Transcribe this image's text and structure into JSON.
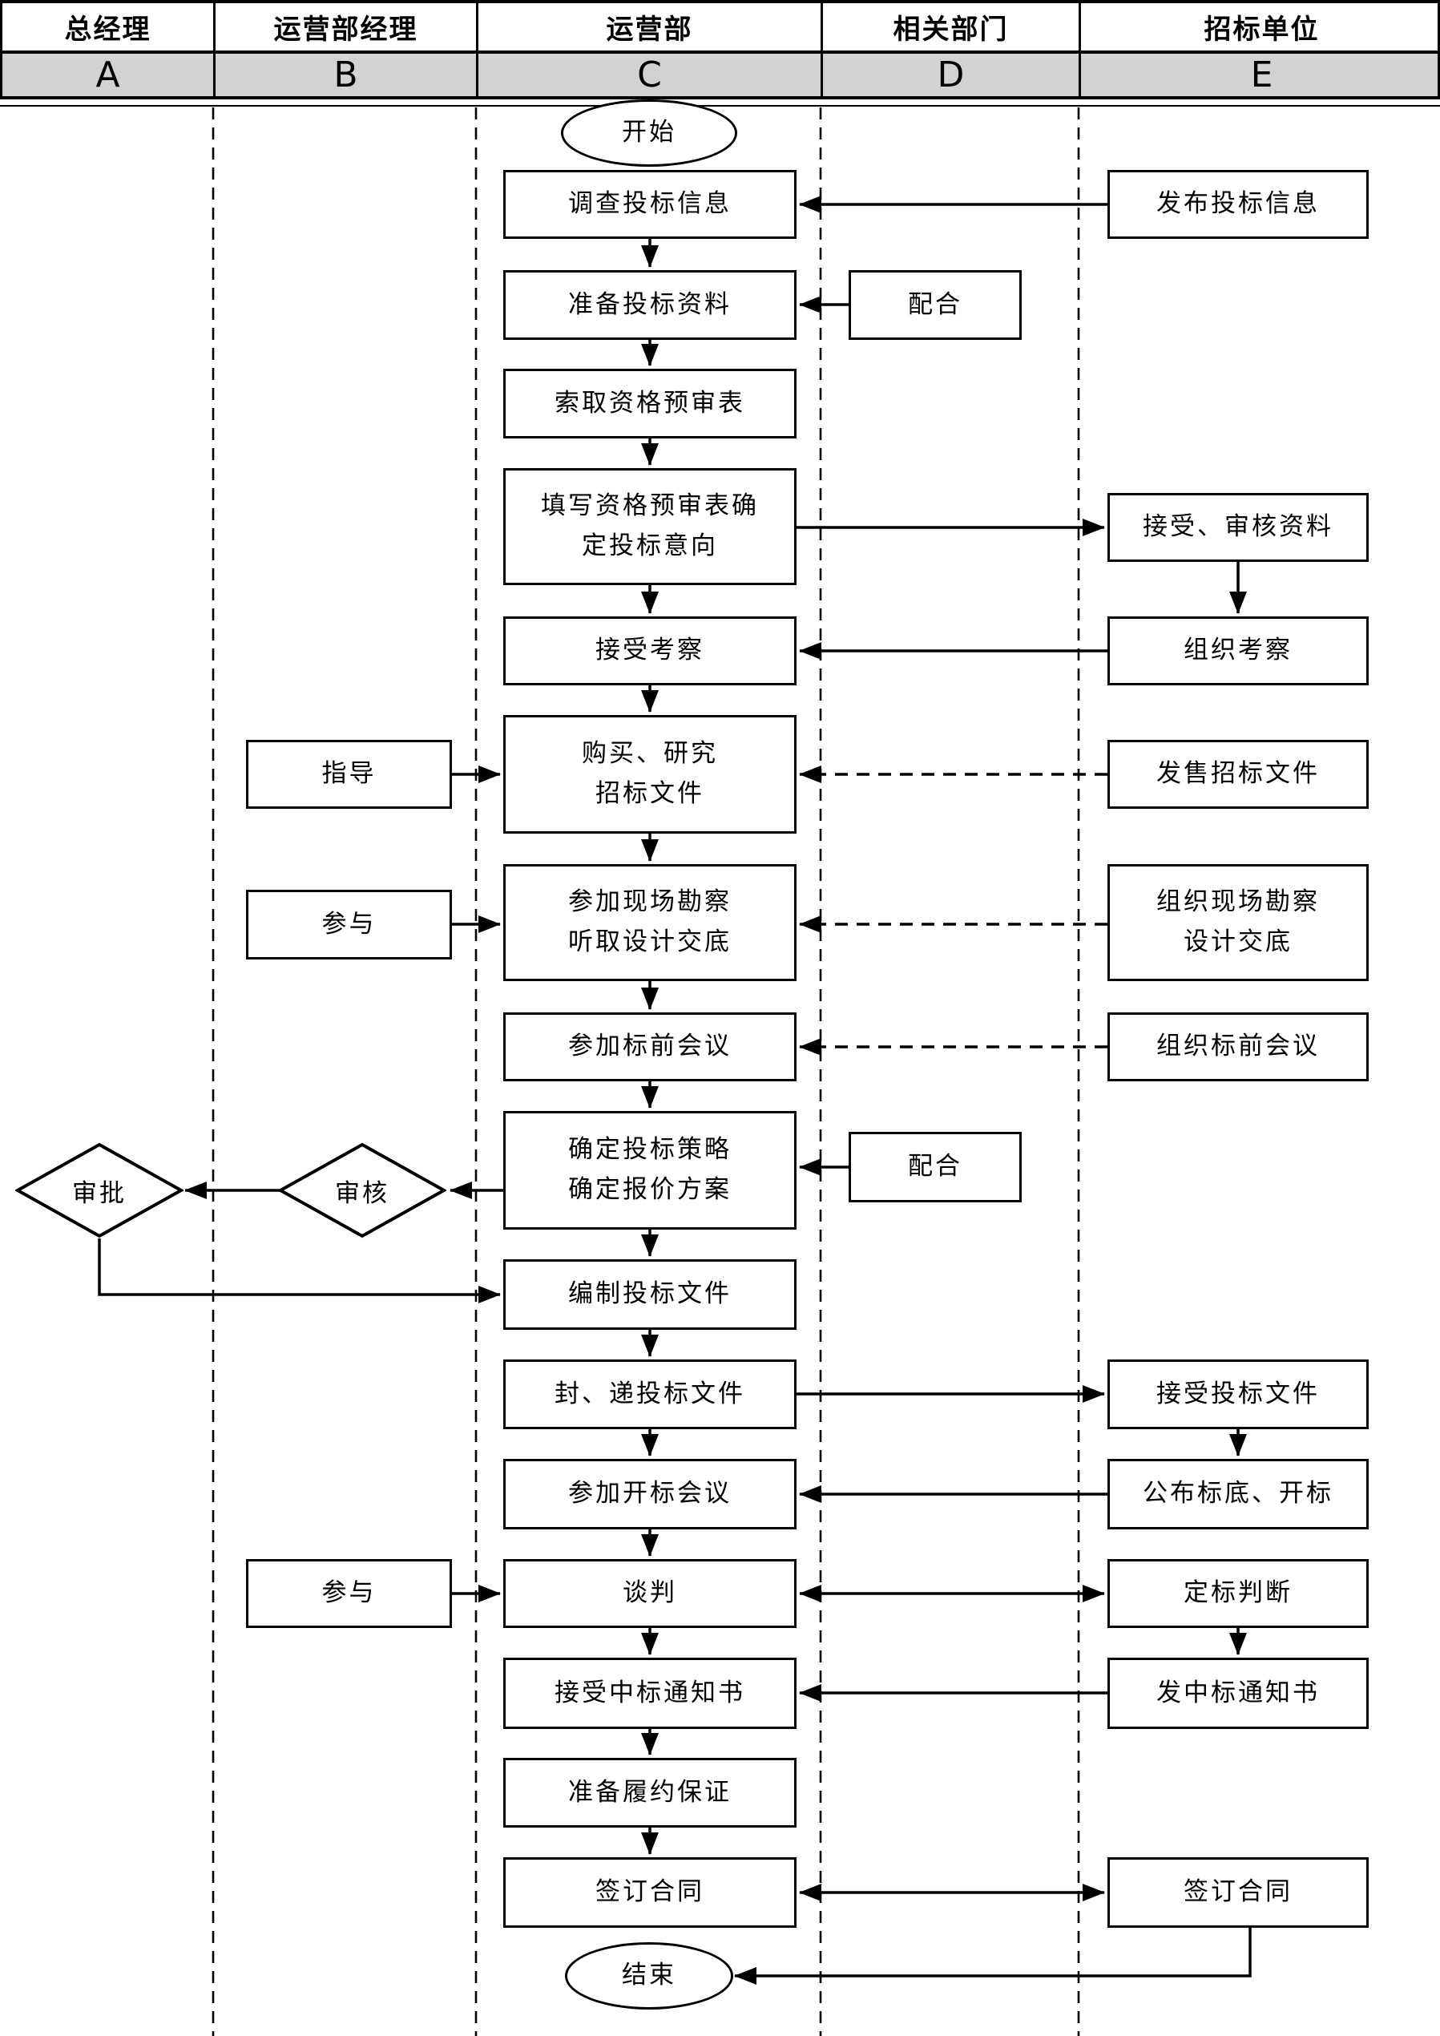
{
  "header": {
    "lanes": [
      {
        "title": "总经理",
        "letter": "A"
      },
      {
        "title": "运营部经理",
        "letter": "B"
      },
      {
        "title": "运营部",
        "letter": "C"
      },
      {
        "title": "相关部门",
        "letter": "D"
      },
      {
        "title": "招标单位",
        "letter": "E"
      }
    ]
  },
  "nodes": {
    "start": "开始",
    "end": "结束",
    "c1": "调查投标信息",
    "c2": "准备投标资料",
    "c3": "索取资格预审表",
    "c4": "填写资格预审表确\n定投标意向",
    "c5": "接受考察",
    "c6": "购买、研究\n招标文件",
    "c7": "参加现场勘察\n听取设计交底",
    "c8": "参加标前会议",
    "c9": "确定投标策略\n确定报价方案",
    "c10": "编制投标文件",
    "c11": "封、递投标文件",
    "c12": "参加开标会议",
    "c13": "谈判",
    "c14": "接受中标通知书",
    "c15": "准备履约保证",
    "c16": "签订合同",
    "b_zhidao": "指导",
    "b_canyu1": "参与",
    "b_shenhe": "审核",
    "b_canyu2": "参与",
    "a_shenpi": "审批",
    "d_peihe1": "配合",
    "d_peihe2": "配合",
    "e1": "发布投标信息",
    "e2": "接受、审核资料",
    "e3": "组织考察",
    "e4": "发售招标文件",
    "e5": "组织现场勘察\n设计交底",
    "e6": "组织标前会议",
    "e7": "接受投标文件",
    "e8": "公布标底、开标",
    "e9": "定标判断",
    "e10": "发中标通知书",
    "e11": "签订合同"
  }
}
